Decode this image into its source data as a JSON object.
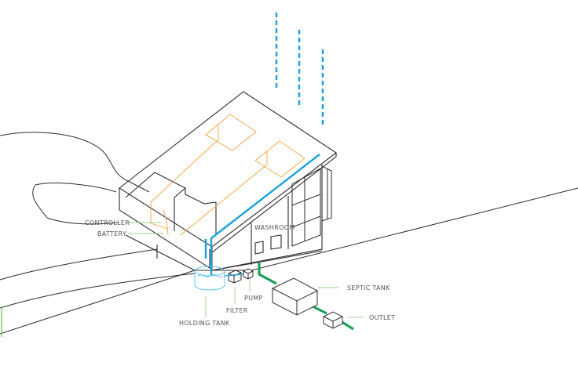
{
  "labels": {
    "controller": "CONTROLLER",
    "battery": "BATTERY",
    "washroom": "WASHROOM",
    "holding_tank": "HOLDING TANK",
    "filter": "FILTER",
    "pump": "PUMP",
    "septic_tank": "SEPTIC TANK",
    "outlet": "OUTLET"
  },
  "colors": {
    "line": "#2b2b2b",
    "rain": "#1aa0d8",
    "water_pipe": "#1aa0d8",
    "solar_wiring": "#f0a23c",
    "waste_pipe": "#1e9e5a",
    "leader": "#9fd08a",
    "holding_tank": "#5bc4ee"
  }
}
